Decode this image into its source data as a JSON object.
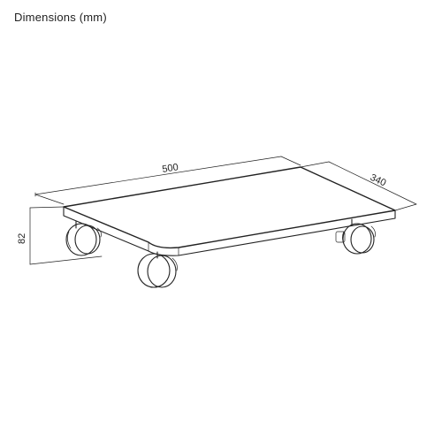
{
  "header": {
    "title": "Dimensions (mm)"
  },
  "dimensions": {
    "length": "500",
    "depth": "340",
    "height": "82"
  },
  "colors": {
    "line": "#222222",
    "background": "#ffffff"
  }
}
